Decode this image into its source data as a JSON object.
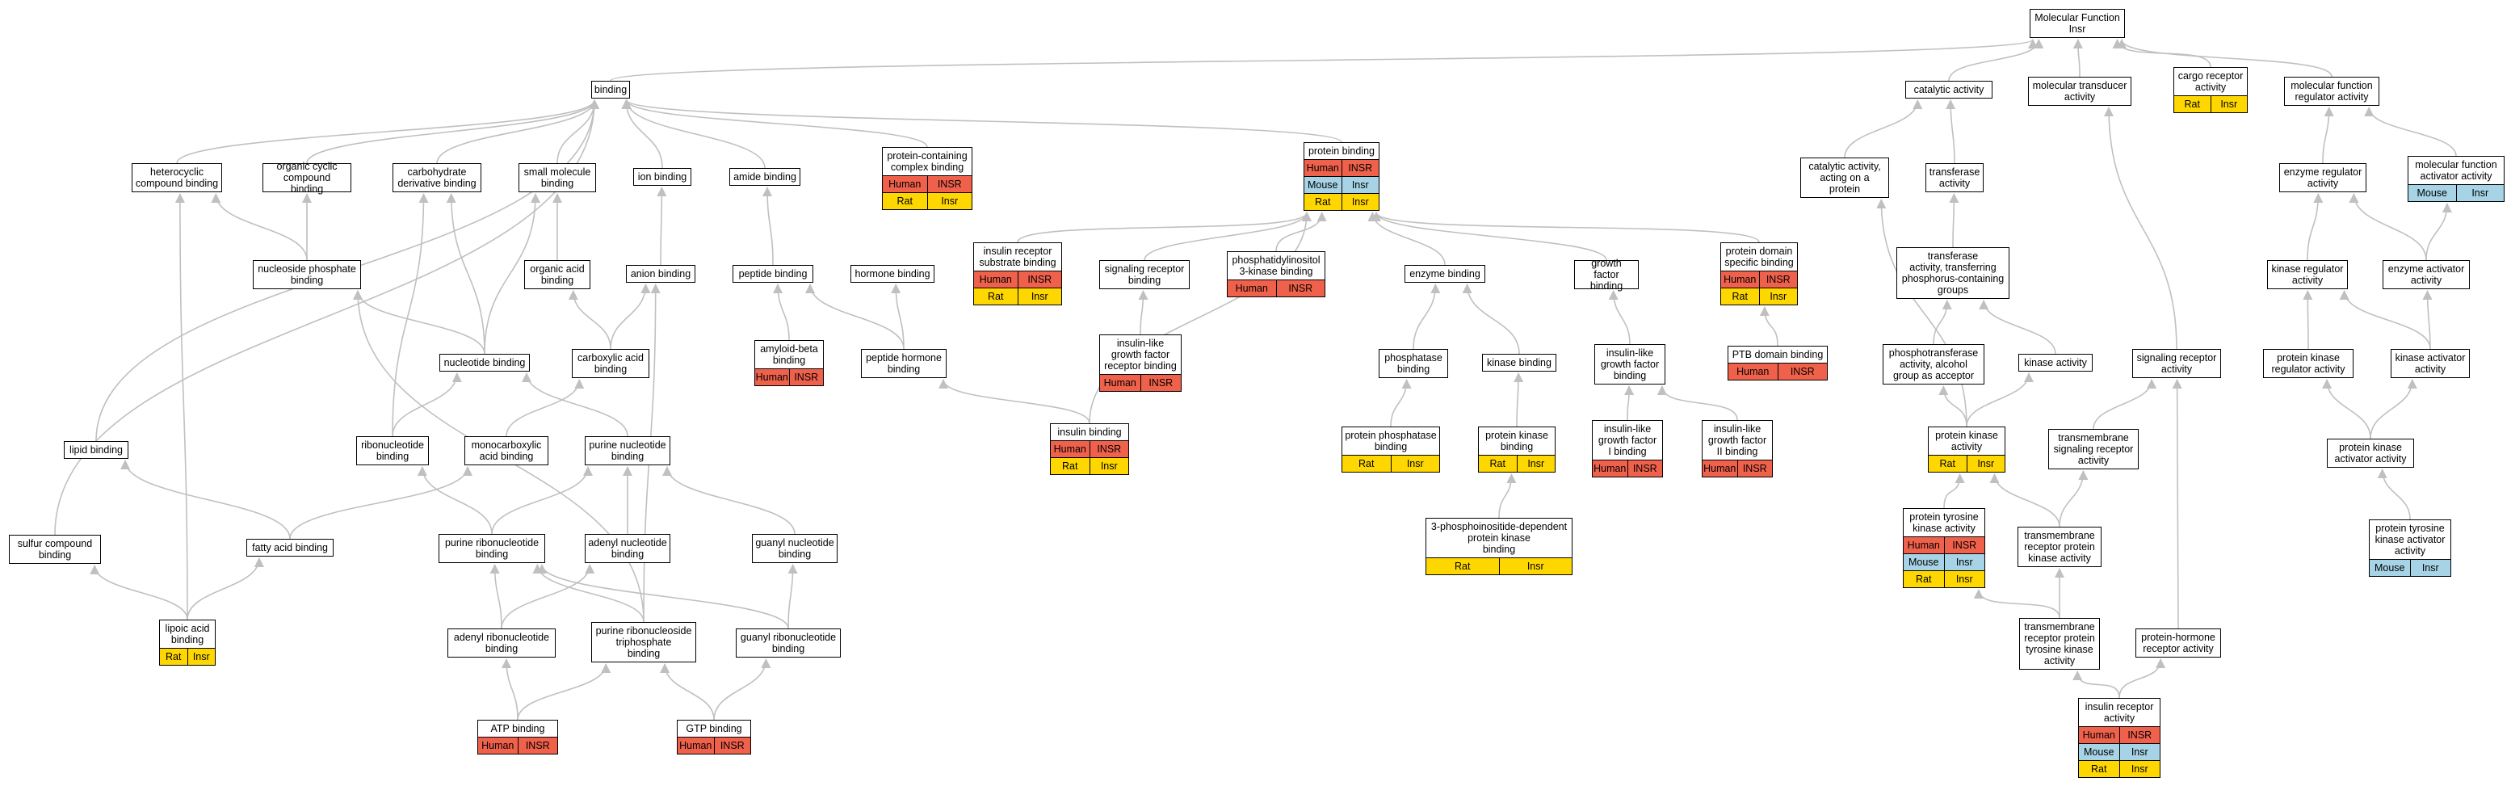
{
  "colors": {
    "Human": "#f0614c",
    "Mouse": "#a7d3e6",
    "Rat": "#ffd700",
    "edge": "#c0c0c0",
    "border": "#000000",
    "node_bg": "#ffffff"
  },
  "nodes": [
    {
      "id": "mf",
      "label": "Molecular Function\nInsr",
      "rows": []
    },
    {
      "id": "binding",
      "label": "binding",
      "rows": []
    },
    {
      "id": "catalytic",
      "label": "catalytic activity",
      "rows": []
    },
    {
      "id": "moltrans",
      "label": "molecular transducer\nactivity",
      "rows": []
    },
    {
      "id": "cargo",
      "label": "cargo receptor\nactivity",
      "rows": [
        [
          "Rat",
          "Insr"
        ]
      ]
    },
    {
      "id": "mfreg",
      "label": "molecular function\nregulator activity",
      "rows": []
    },
    {
      "id": "hetero",
      "label": "heterocyclic\ncompound binding",
      "rows": []
    },
    {
      "id": "orgcyc",
      "label": "organic cyclic\ncompound binding",
      "rows": []
    },
    {
      "id": "carbo",
      "label": "carbohydrate\nderivative binding",
      "rows": []
    },
    {
      "id": "smallmol",
      "label": "small molecule\nbinding",
      "rows": []
    },
    {
      "id": "ion",
      "label": "ion binding",
      "rows": []
    },
    {
      "id": "amide",
      "label": "amide binding",
      "rows": []
    },
    {
      "id": "protcomplex",
      "label": "protein-containing\ncomplex binding",
      "rows": [
        [
          "Human",
          "INSR"
        ],
        [
          "Rat",
          "Insr"
        ]
      ]
    },
    {
      "id": "protbind",
      "label": "protein binding",
      "rows": [
        [
          "Human",
          "INSR"
        ],
        [
          "Mouse",
          "Insr"
        ],
        [
          "Rat",
          "Insr"
        ]
      ]
    },
    {
      "id": "catprot",
      "label": "catalytic activity,\nacting on a\nprotein",
      "rows": []
    },
    {
      "id": "transferase",
      "label": "transferase\nactivity",
      "rows": []
    },
    {
      "id": "enzreg",
      "label": "enzyme regulator\nactivity",
      "rows": []
    },
    {
      "id": "mfactivator",
      "label": "molecular function\nactivator activity",
      "rows": [
        [
          "Mouse",
          "Insr"
        ]
      ]
    },
    {
      "id": "nucphos",
      "label": "nucleoside phosphate\nbinding",
      "rows": []
    },
    {
      "id": "irsb",
      "label": "insulin receptor\nsubstrate binding",
      "rows": [
        [
          "Human",
          "INSR"
        ],
        [
          "Rat",
          "Insr"
        ]
      ]
    },
    {
      "id": "sigrecb",
      "label": "signaling receptor\nbinding",
      "rows": []
    },
    {
      "id": "pi3k",
      "label": "phosphatidylinositol\n3-kinase binding",
      "rows": [
        [
          "Human",
          "INSR"
        ]
      ]
    },
    {
      "id": "enzbind",
      "label": "enzyme binding",
      "rows": []
    },
    {
      "id": "gfbind",
      "label": "growth factor\nbinding",
      "rows": []
    },
    {
      "id": "pdsb",
      "label": "protein domain\nspecific binding",
      "rows": [
        [
          "Human",
          "INSR"
        ],
        [
          "Rat",
          "Insr"
        ]
      ]
    },
    {
      "id": "transphos",
      "label": "transferase\nactivity, transferring\nphosphorus-containing\ngroups",
      "rows": []
    },
    {
      "id": "kinreg",
      "label": "kinase regulator\nactivity",
      "rows": []
    },
    {
      "id": "enzact",
      "label": "enzyme activator\nactivity",
      "rows": []
    },
    {
      "id": "orgacid",
      "label": "organic acid\nbinding",
      "rows": []
    },
    {
      "id": "anion",
      "label": "anion binding",
      "rows": []
    },
    {
      "id": "peptide",
      "label": "peptide binding",
      "rows": []
    },
    {
      "id": "hormone",
      "label": "hormone binding",
      "rows": []
    },
    {
      "id": "nucleotide",
      "label": "nucleotide binding",
      "rows": []
    },
    {
      "id": "carboxylic",
      "label": "carboxylic acid\nbinding",
      "rows": []
    },
    {
      "id": "amyloid",
      "label": "amyloid-beta\nbinding",
      "rows": [
        [
          "Human",
          "INSR"
        ]
      ]
    },
    {
      "id": "pephormone",
      "label": "peptide hormone\nbinding",
      "rows": []
    },
    {
      "id": "iglfrb",
      "label": "insulin-like\ngrowth factor\nreceptor binding",
      "rows": [
        [
          "Human",
          "INSR"
        ]
      ]
    },
    {
      "id": "phosphatase",
      "label": "phosphatase\nbinding",
      "rows": []
    },
    {
      "id": "kinbind",
      "label": "kinase binding",
      "rows": []
    },
    {
      "id": "iglfb",
      "label": "insulin-like\ngrowth factor\nbinding",
      "rows": []
    },
    {
      "id": "ptb",
      "label": "PTB domain binding",
      "rows": [
        [
          "Human",
          "INSR"
        ]
      ]
    },
    {
      "id": "phostrans",
      "label": "phosphotransferase\nactivity, alcohol\ngroup as acceptor",
      "rows": []
    },
    {
      "id": "kinact",
      "label": "kinase activity",
      "rows": []
    },
    {
      "id": "sigrec",
      "label": "signaling receptor\nactivity",
      "rows": []
    },
    {
      "id": "pkreg",
      "label": "protein kinase\nregulator activity",
      "rows": []
    },
    {
      "id": "kinactivator",
      "label": "kinase activator\nactivity",
      "rows": []
    },
    {
      "id": "lipid",
      "label": "lipid binding",
      "rows": []
    },
    {
      "id": "ribonuc",
      "label": "ribonucleotide\nbinding",
      "rows": []
    },
    {
      "id": "monocarb",
      "label": "monocarboxylic\nacid binding",
      "rows": []
    },
    {
      "id": "purinenuc",
      "label": "purine nucleotide\nbinding",
      "rows": []
    },
    {
      "id": "insbind",
      "label": "insulin binding",
      "rows": [
        [
          "Human",
          "INSR"
        ],
        [
          "Rat",
          "Insr"
        ]
      ]
    },
    {
      "id": "ppbind",
      "label": "protein phosphatase\nbinding",
      "rows": [
        [
          "Rat",
          "Insr"
        ]
      ]
    },
    {
      "id": "pkbind",
      "label": "protein kinase\nbinding",
      "rows": [
        [
          "Rat",
          "Insr"
        ]
      ]
    },
    {
      "id": "iglf1",
      "label": "insulin-like\ngrowth factor\nI binding",
      "rows": [
        [
          "Human",
          "INSR"
        ]
      ]
    },
    {
      "id": "iglf2",
      "label": "insulin-like\ngrowth factor\nII binding",
      "rows": [
        [
          "Human",
          "INSR"
        ]
      ]
    },
    {
      "id": "pkact",
      "label": "protein kinase\nactivity",
      "rows": [
        [
          "Rat",
          "Insr"
        ]
      ]
    },
    {
      "id": "tmsig",
      "label": "transmembrane\nsignaling receptor\nactivity",
      "rows": []
    },
    {
      "id": "pkactivator",
      "label": "protein kinase\nactivator activity",
      "rows": []
    },
    {
      "id": "sulfur",
      "label": "sulfur compound\nbinding",
      "rows": []
    },
    {
      "id": "fatty",
      "label": "fatty acid binding",
      "rows": []
    },
    {
      "id": "purineribo",
      "label": "purine ribonucleotide\nbinding",
      "rows": []
    },
    {
      "id": "adenylnuc",
      "label": "adenyl nucleotide\nbinding",
      "rows": []
    },
    {
      "id": "guanylnuc",
      "label": "guanyl nucleotide\nbinding",
      "rows": []
    },
    {
      "id": "pdk",
      "label": "3-phosphoinositide-dependent\nprotein kinase\nbinding",
      "rows": [
        [
          "Rat",
          "Insr"
        ]
      ]
    },
    {
      "id": "ptk",
      "label": "protein tyrosine\nkinase activity",
      "rows": [
        [
          "Human",
          "INSR"
        ],
        [
          "Mouse",
          "Insr"
        ],
        [
          "Rat",
          "Insr"
        ]
      ]
    },
    {
      "id": "tmrpk",
      "label": "transmembrane\nreceptor protein\nkinase activity",
      "rows": []
    },
    {
      "id": "ptkact",
      "label": "protein tyrosine\nkinase activator\nactivity",
      "rows": [
        [
          "Mouse",
          "Insr"
        ]
      ]
    },
    {
      "id": "lipoic",
      "label": "lipoic acid\nbinding",
      "rows": [
        [
          "Rat",
          "Insr"
        ]
      ]
    },
    {
      "id": "adenylribo",
      "label": "adenyl ribonucleotide\nbinding",
      "rows": []
    },
    {
      "id": "purinetri",
      "label": "purine ribonucleoside\ntriphosphate\nbinding",
      "rows": []
    },
    {
      "id": "guanylribo",
      "label": "guanyl ribonucleotide\nbinding",
      "rows": []
    },
    {
      "id": "tmrptk",
      "label": "transmembrane\nreceptor protein\ntyrosine kinase\nactivity",
      "rows": []
    },
    {
      "id": "phrec",
      "label": "protein-hormone\nreceptor activity",
      "rows": []
    },
    {
      "id": "atp",
      "label": "ATP binding",
      "rows": [
        [
          "Human",
          "INSR"
        ]
      ]
    },
    {
      "id": "gtp",
      "label": "GTP binding",
      "rows": [
        [
          "Human",
          "INSR"
        ]
      ]
    },
    {
      "id": "insrec",
      "label": "insulin receptor\nactivity",
      "rows": [
        [
          "Human",
          "INSR"
        ],
        [
          "Mouse",
          "Insr"
        ],
        [
          "Rat",
          "Insr"
        ]
      ]
    }
  ],
  "edges": [
    [
      "binding",
      "mf"
    ],
    [
      "catalytic",
      "mf"
    ],
    [
      "moltrans",
      "mf"
    ],
    [
      "cargo",
      "mf"
    ],
    [
      "mfreg",
      "mf"
    ],
    [
      "hetero",
      "binding"
    ],
    [
      "orgcyc",
      "binding"
    ],
    [
      "carbo",
      "binding"
    ],
    [
      "smallmol",
      "binding"
    ],
    [
      "ion",
      "binding"
    ],
    [
      "amide",
      "binding"
    ],
    [
      "protcomplex",
      "binding"
    ],
    [
      "protbind",
      "binding"
    ],
    [
      "lipid",
      "binding"
    ],
    [
      "sulfur",
      "binding"
    ],
    [
      "nucphos",
      "hetero"
    ],
    [
      "nucphos",
      "orgcyc"
    ],
    [
      "lipoic",
      "hetero"
    ],
    [
      "nucleotide",
      "nucphos"
    ],
    [
      "nucleotide",
      "smallmol"
    ],
    [
      "nucleotide",
      "carbo"
    ],
    [
      "orgacid",
      "smallmol"
    ],
    [
      "carboxylic",
      "orgacid"
    ],
    [
      "carboxylic",
      "anion"
    ],
    [
      "anion",
      "ion"
    ],
    [
      "peptide",
      "amide"
    ],
    [
      "amyloid",
      "peptide"
    ],
    [
      "pephormone",
      "peptide"
    ],
    [
      "pephormone",
      "hormone"
    ],
    [
      "ribonuc",
      "nucleotide"
    ],
    [
      "ribonuc",
      "carbo"
    ],
    [
      "purinenuc",
      "nucleotide"
    ],
    [
      "monocarb",
      "carboxylic"
    ],
    [
      "fatty",
      "monocarb"
    ],
    [
      "fatty",
      "lipid"
    ],
    [
      "lipoic",
      "sulfur"
    ],
    [
      "lipoic",
      "fatty"
    ],
    [
      "purineribo",
      "ribonuc"
    ],
    [
      "purineribo",
      "purinenuc"
    ],
    [
      "adenylnuc",
      "purinenuc"
    ],
    [
      "guanylnuc",
      "purinenuc"
    ],
    [
      "adenylribo",
      "purineribo"
    ],
    [
      "adenylribo",
      "adenylnuc"
    ],
    [
      "purinetri",
      "purineribo"
    ],
    [
      "purinetri",
      "nucphos"
    ],
    [
      "purinetri",
      "anion"
    ],
    [
      "guanylribo",
      "purineribo"
    ],
    [
      "guanylribo",
      "guanylnuc"
    ],
    [
      "atp",
      "adenylribo"
    ],
    [
      "atp",
      "purinetri"
    ],
    [
      "gtp",
      "purinetri"
    ],
    [
      "gtp",
      "guanylribo"
    ],
    [
      "insbind",
      "pephormone"
    ],
    [
      "insbind",
      "protbind"
    ],
    [
      "irsb",
      "protbind"
    ],
    [
      "sigrecb",
      "protbind"
    ],
    [
      "pi3k",
      "protbind"
    ],
    [
      "enzbind",
      "protbind"
    ],
    [
      "gfbind",
      "protbind"
    ],
    [
      "pdsb",
      "protbind"
    ],
    [
      "iglfrb",
      "sigrecb"
    ],
    [
      "phosphatase",
      "enzbind"
    ],
    [
      "kinbind",
      "enzbind"
    ],
    [
      "ppbind",
      "phosphatase"
    ],
    [
      "pkbind",
      "kinbind"
    ],
    [
      "pdk",
      "pkbind"
    ],
    [
      "iglfb",
      "gfbind"
    ],
    [
      "iglf1",
      "iglfb"
    ],
    [
      "iglf2",
      "iglfb"
    ],
    [
      "ptb",
      "pdsb"
    ],
    [
      "catprot",
      "catalytic"
    ],
    [
      "transferase",
      "catalytic"
    ],
    [
      "transphos",
      "transferase"
    ],
    [
      "phostrans",
      "transphos"
    ],
    [
      "kinact",
      "transphos"
    ],
    [
      "pkact",
      "catprot"
    ],
    [
      "pkact",
      "phostrans"
    ],
    [
      "pkact",
      "kinact"
    ],
    [
      "ptk",
      "pkact"
    ],
    [
      "tmrpk",
      "pkact"
    ],
    [
      "tmrpk",
      "tmsig"
    ],
    [
      "tmsig",
      "sigrec"
    ],
    [
      "sigrec",
      "moltrans"
    ],
    [
      "tmrptk",
      "ptk"
    ],
    [
      "tmrptk",
      "tmrpk"
    ],
    [
      "insrec",
      "tmrptk"
    ],
    [
      "insrec",
      "phrec"
    ],
    [
      "phrec",
      "sigrec"
    ],
    [
      "enzreg",
      "mfreg"
    ],
    [
      "mfactivator",
      "mfreg"
    ],
    [
      "kinreg",
      "enzreg"
    ],
    [
      "enzact",
      "enzreg"
    ],
    [
      "enzact",
      "mfactivator"
    ],
    [
      "pkreg",
      "kinreg"
    ],
    [
      "kinactivator",
      "kinreg"
    ],
    [
      "kinactivator",
      "enzact"
    ],
    [
      "pkactivator",
      "pkreg"
    ],
    [
      "pkactivator",
      "kinactivator"
    ],
    [
      "ptkact",
      "pkactivator"
    ]
  ]
}
